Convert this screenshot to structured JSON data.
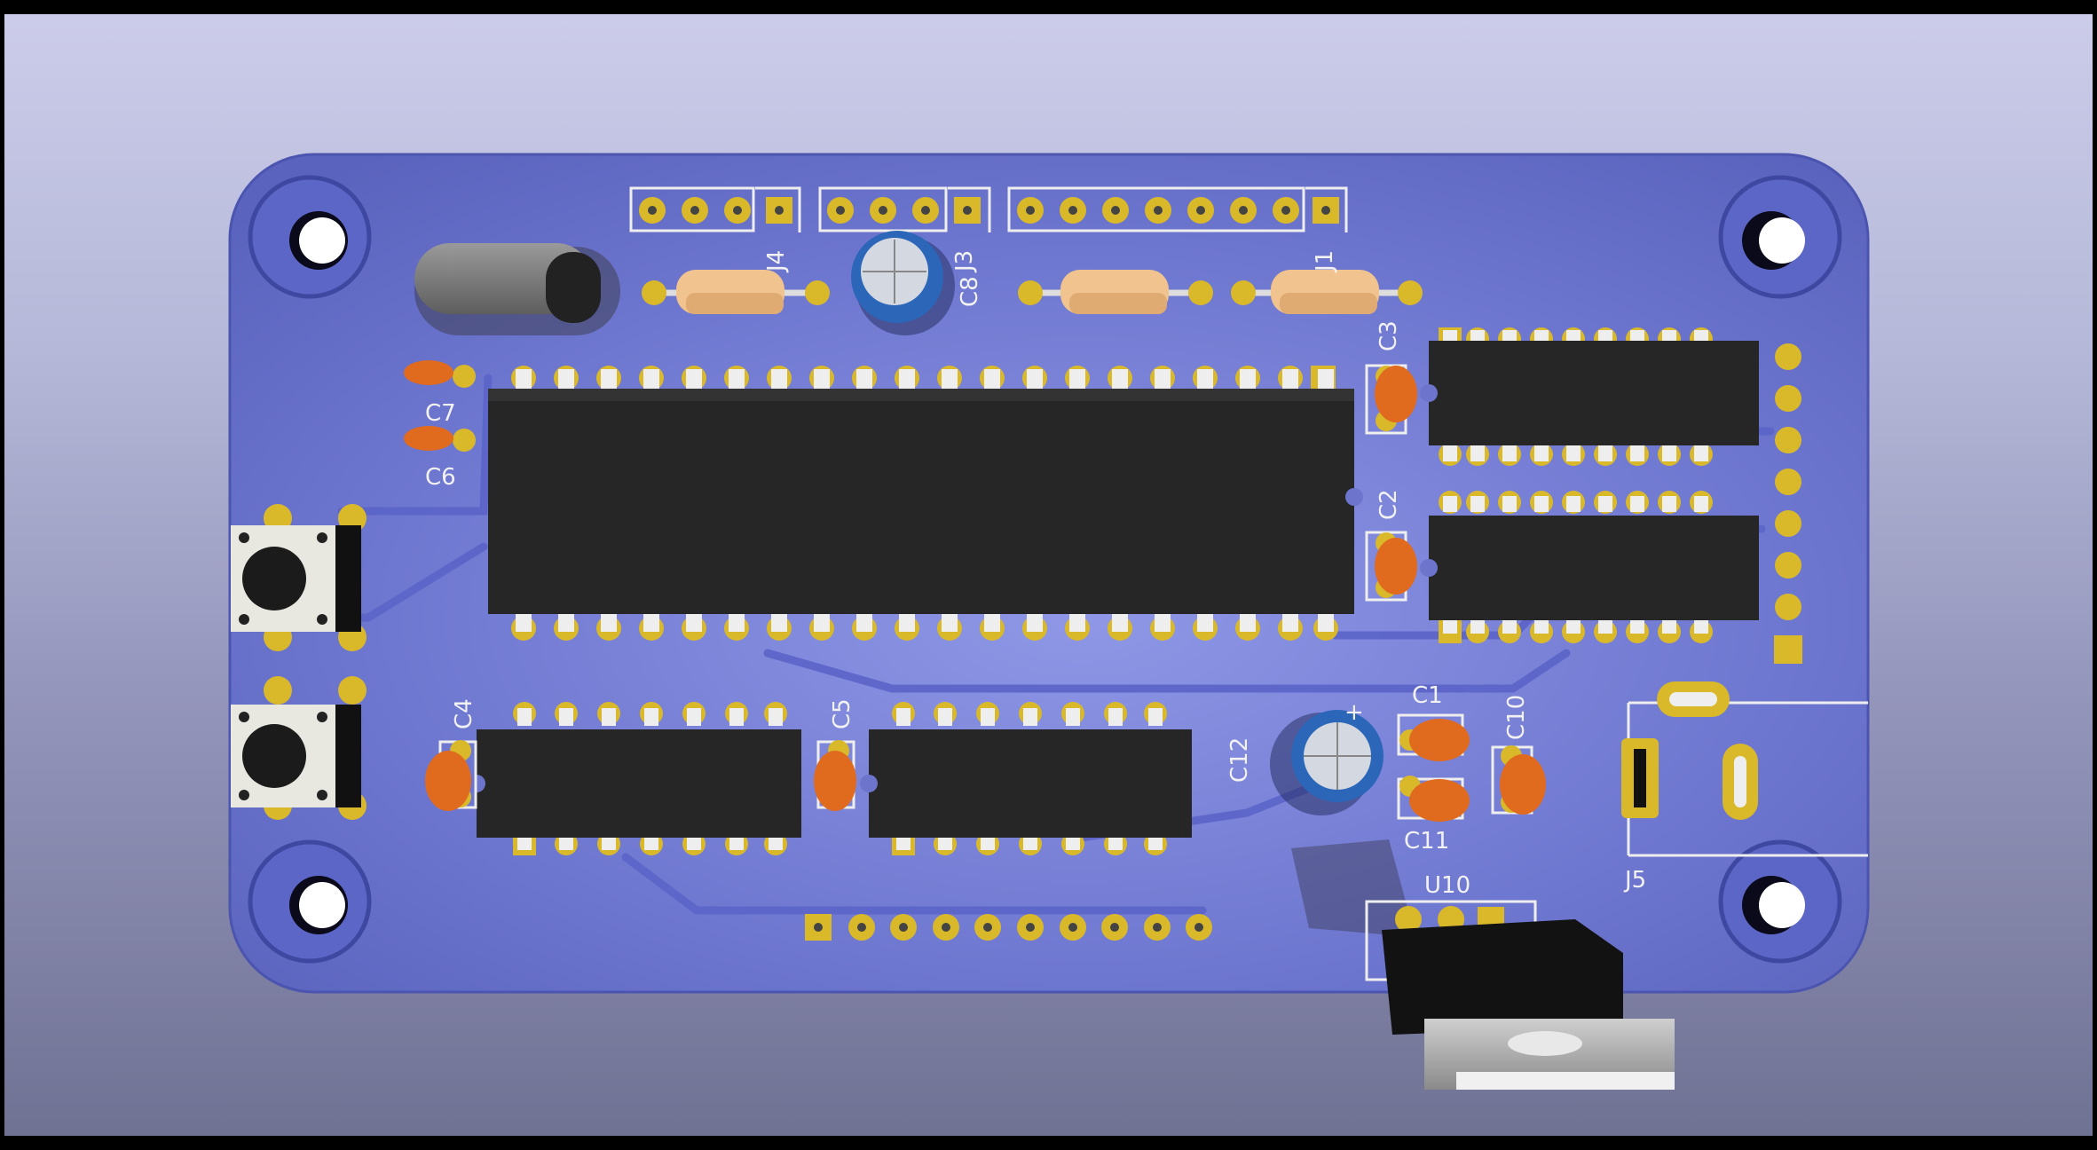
{
  "viewer": {
    "background_top": "#ccccea",
    "background_bottom": "#707294",
    "board_color": "#6c74cc",
    "pad_color": "#d9b92a",
    "silk_color": "#f2f2f2"
  },
  "board": {
    "mounting_holes": 4,
    "designators": {
      "J1": "J1",
      "J3": "J3",
      "J4": "J4",
      "J5": "J5",
      "C1": "C1",
      "C2": "C2",
      "C3": "C3",
      "C4": "C4",
      "C5": "C5",
      "C6": "C6",
      "C7": "C7",
      "C8": "C8",
      "C10": "C10",
      "C11": "C11",
      "C12": "C12",
      "U10": "U10"
    }
  }
}
